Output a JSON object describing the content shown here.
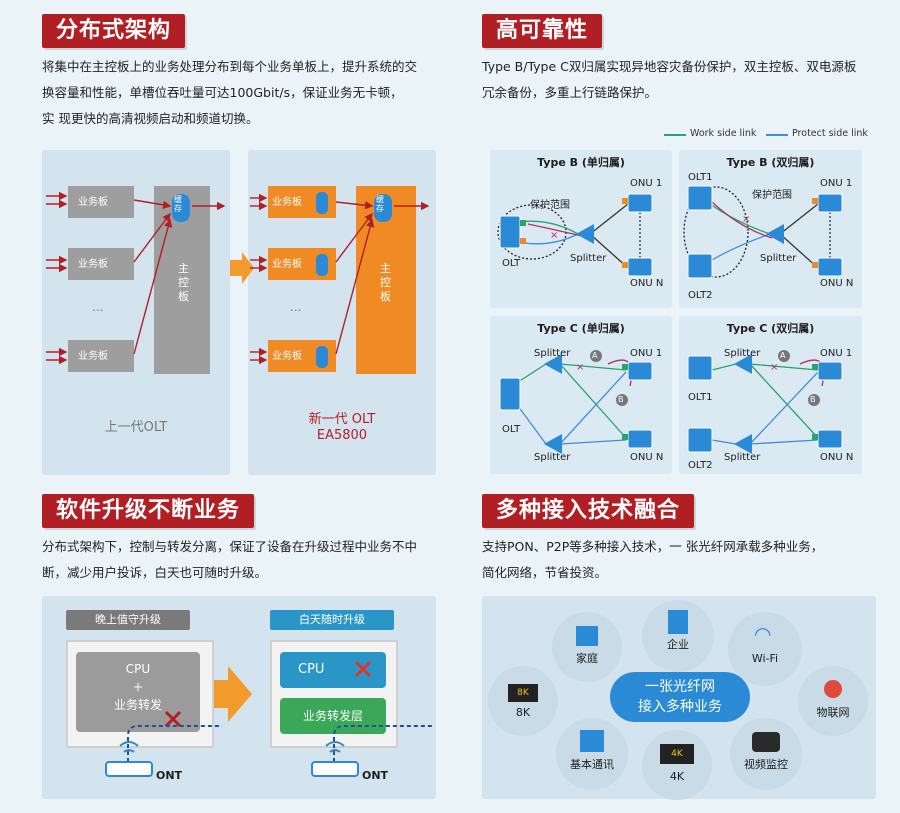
{
  "sections": {
    "distributed": {
      "title": "分布式架构",
      "desc_lines": [
        "将集中在主控板上的业务处理分布到每个业务单板上，提升系统的交",
        "换容量和性能，单槽位吞吐量可达100Gbit/s，保证业务无卡顿，",
        "实 现更快的高清视频启动和频道切换。"
      ],
      "service_board": "业务板",
      "ellipsis": "...",
      "main_board": "主控板",
      "cache": "缓存",
      "old_label": "上一代OLT",
      "new_label_1": "新一代 OLT",
      "new_label_2": "EA5800"
    },
    "reliability": {
      "title": "高可靠性",
      "desc_lines": [
        "Type B/Type C双归属实现异地容灾备份保护，双主控板、双电源板",
        "冗余备份，多重上行链路保护。"
      ],
      "legend_work": "Work side link",
      "legend_protect": "Protect side link",
      "cards": {
        "tb_single": "Type B (单归属)",
        "tb_dual": "Type B (双归属)",
        "tc_single": "Type C (单归属)",
        "tc_dual": "Type C (双归属)"
      },
      "labels": {
        "protect_range": "保护范围",
        "splitter": "Splitter",
        "onu1": "ONU 1",
        "onun": "ONU N",
        "olt": "OLT",
        "olt1": "OLT1",
        "olt2": "OLT2",
        "a": "A",
        "b": "B"
      },
      "colors": {
        "work": "#2aa56a",
        "protect": "#3d8fd8"
      }
    },
    "upgrade": {
      "title": "软件升级不断业务",
      "desc_lines": [
        "分布式架构下，控制与转发分离，保证了设备在升级过程中业务不中",
        "断，减少用户投诉，白天也可随时升级。"
      ],
      "old_tab": "晚上值守升级",
      "new_tab": "白天随时升级",
      "cpu": "CPU",
      "plus": "+",
      "forwarding": "业务转发",
      "forwarding_layer": "业务转发层",
      "ont": "ONT"
    },
    "access": {
      "title": "多种接入技术融合",
      "desc_lines": [
        "支持PON、P2P等多种接入技术，一 张光纤网承载多种业务，",
        "简化网络，节省投资。"
      ],
      "center_1": "一张光纤网",
      "center_2": "接入多种业务",
      "items": [
        {
          "label": "家庭",
          "icon": "house-icon"
        },
        {
          "label": "企业",
          "icon": "building-icon"
        },
        {
          "label": "Wi-Fi",
          "icon": "wifi-icon"
        },
        {
          "label": "8K",
          "icon": "8k-tv-icon"
        },
        {
          "label": "物联网",
          "icon": "iot-icon"
        },
        {
          "label": "基本通讯",
          "icon": "telephone-icon"
        },
        {
          "label": "4K",
          "icon": "4k-tv-icon"
        },
        {
          "label": "视频监控",
          "icon": "camera-icon"
        }
      ],
      "badge_8k": "8K",
      "badge_4k": "4K"
    }
  }
}
